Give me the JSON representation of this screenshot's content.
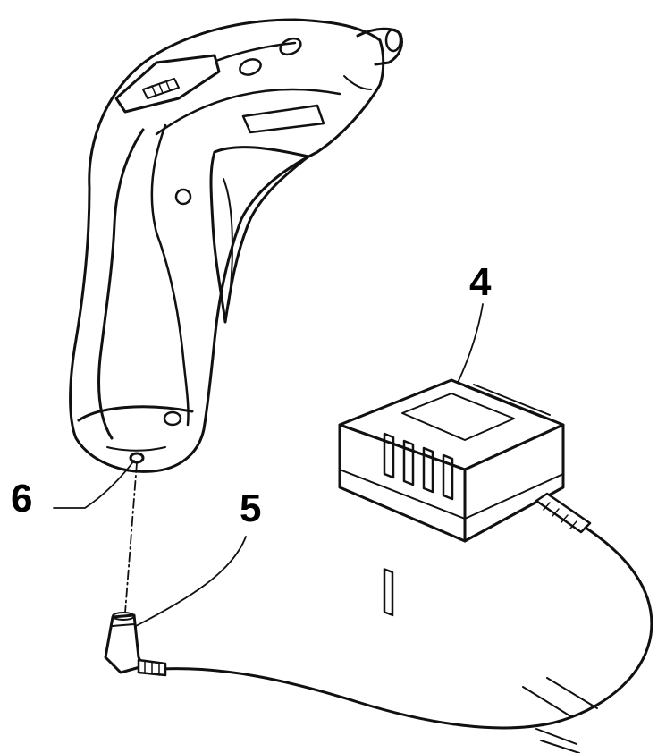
{
  "callouts": [
    {
      "id": "charger",
      "number": "4"
    },
    {
      "id": "plug",
      "number": "5"
    },
    {
      "id": "socket",
      "number": "6"
    }
  ],
  "colors": {
    "line": "#111111",
    "background": "#ffffff"
  }
}
